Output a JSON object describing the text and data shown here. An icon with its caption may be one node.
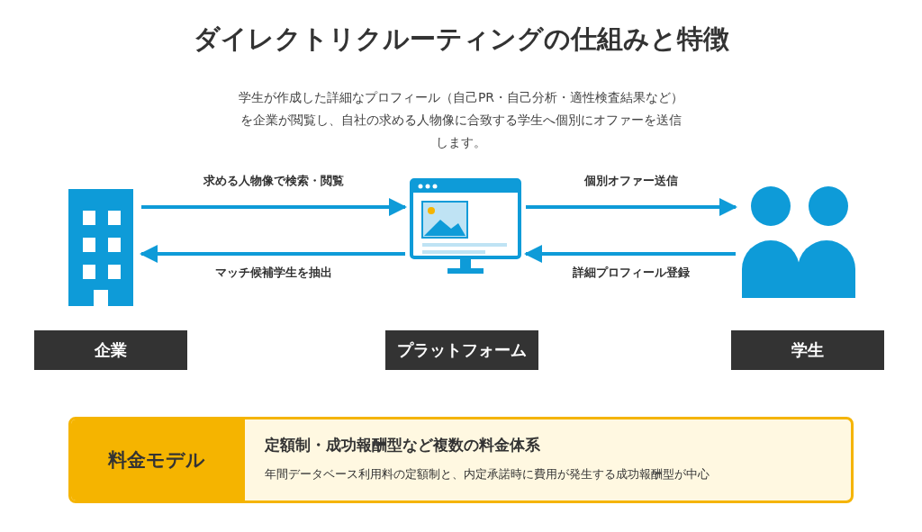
{
  "diagram": {
    "title": "ダイレクトリクルーティングの仕組みと特徴",
    "nodes": [
      {
        "text": [],
        "shape": "building"
      },
      {
        "text": [],
        "shape": "picture"
      },
      {
        "text": [],
        "shape": "person"
      },
      {
        "text": [
          "企業"
        ]
      },
      {
        "text": [
          "プラットフォーム"
        ]
      },
      {
        "text": [
          "学生"
        ]
      },
      {
        "text": [],
        "shape": "box"
      },
      {
        "text": [
          "料金モデル"
        ],
        "in": 6
      },
      {
        "text": [
          "定額制・成功報酬型など複数の料金体系",
          "年間データベース利用料の定額制と、内定承諾時に費用が発生する成功報酬型が中心"
        ],
        "in": 6
      }
    ],
    "edges": [
      {
        "from": 0,
        "to": 1,
        "arrow": "to",
        "label": "求める人物像で検索・閲覧"
      },
      {
        "from": 1,
        "to": 0,
        "arrow": "to",
        "label": "マッチ候補学生を抽出"
      },
      {
        "from": 1,
        "to": 2,
        "arrow": "to",
        "label": "個別オファー送信"
      },
      {
        "from": 2,
        "to": 1,
        "arrow": "to",
        "label": "詳細プロフィール登録"
      }
    ],
    "labels": [
      "学生が作成した詳細なプロフィール（自己PR・自己分析・適性検査結果など）を企業が閲覧し、自社の求める人物像に合致する学生へ個別にオファーを送信します。"
    ]
  }
}
